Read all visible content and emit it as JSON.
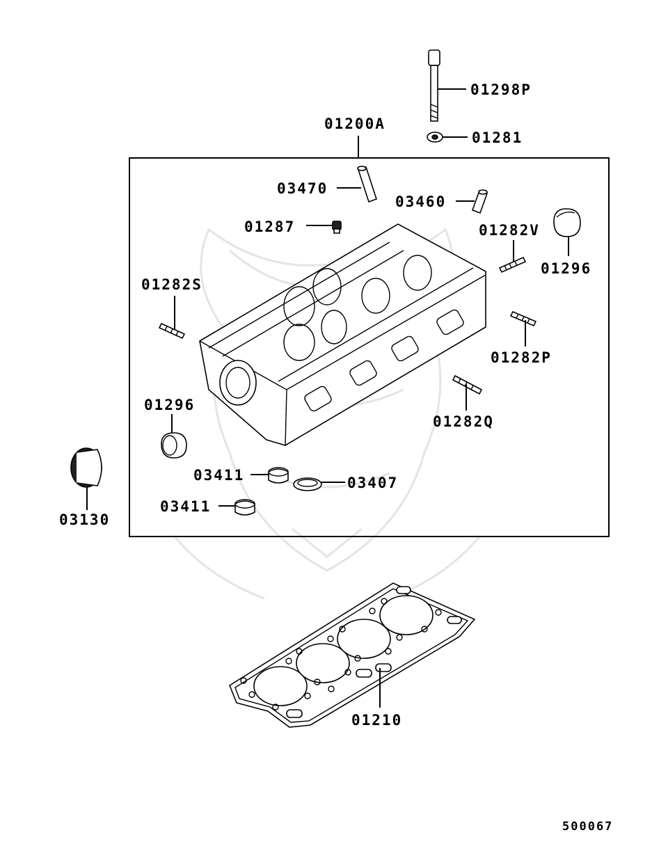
{
  "diagram": {
    "assembly_label": "01200A",
    "ref_code": "500067",
    "callouts": {
      "p01298P": "01298P",
      "p01281": "01281",
      "p03470": "03470",
      "p03460": "03460",
      "p01287": "01287",
      "p01282V": "01282V",
      "p01296_right": "01296",
      "p01282S": "01282S",
      "p01282P": "01282P",
      "p01282Q": "01282Q",
      "p01296_left": "01296",
      "p03411_upper": "03411",
      "p03407": "03407",
      "p03411_lower": "03411",
      "p03130": "03130",
      "p01210": "01210"
    }
  }
}
